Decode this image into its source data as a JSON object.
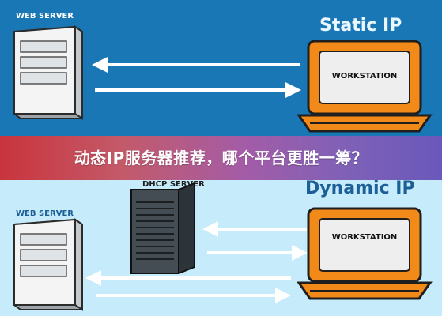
{
  "top": {
    "left_label": "WEB SERVER",
    "title": "Static IP",
    "workstation_label": "WORKSTATION"
  },
  "banner": {
    "text": "动态IP服务器推荐，哪个平台更胜一筹？"
  },
  "bottom": {
    "left_label": "WEB SERVER",
    "title": "Dynamic IP",
    "workstation_label": "WORKSTATION",
    "middle_label": "DHCP SERVER"
  },
  "colors": {
    "top_bg": "#1a77b6",
    "bottom_bg": "#c6ebfb",
    "orange": "#f28a1a",
    "dark": "#1f1f1f",
    "title_top": "#eaf7ff",
    "title_bottom": "#1c5e96"
  }
}
